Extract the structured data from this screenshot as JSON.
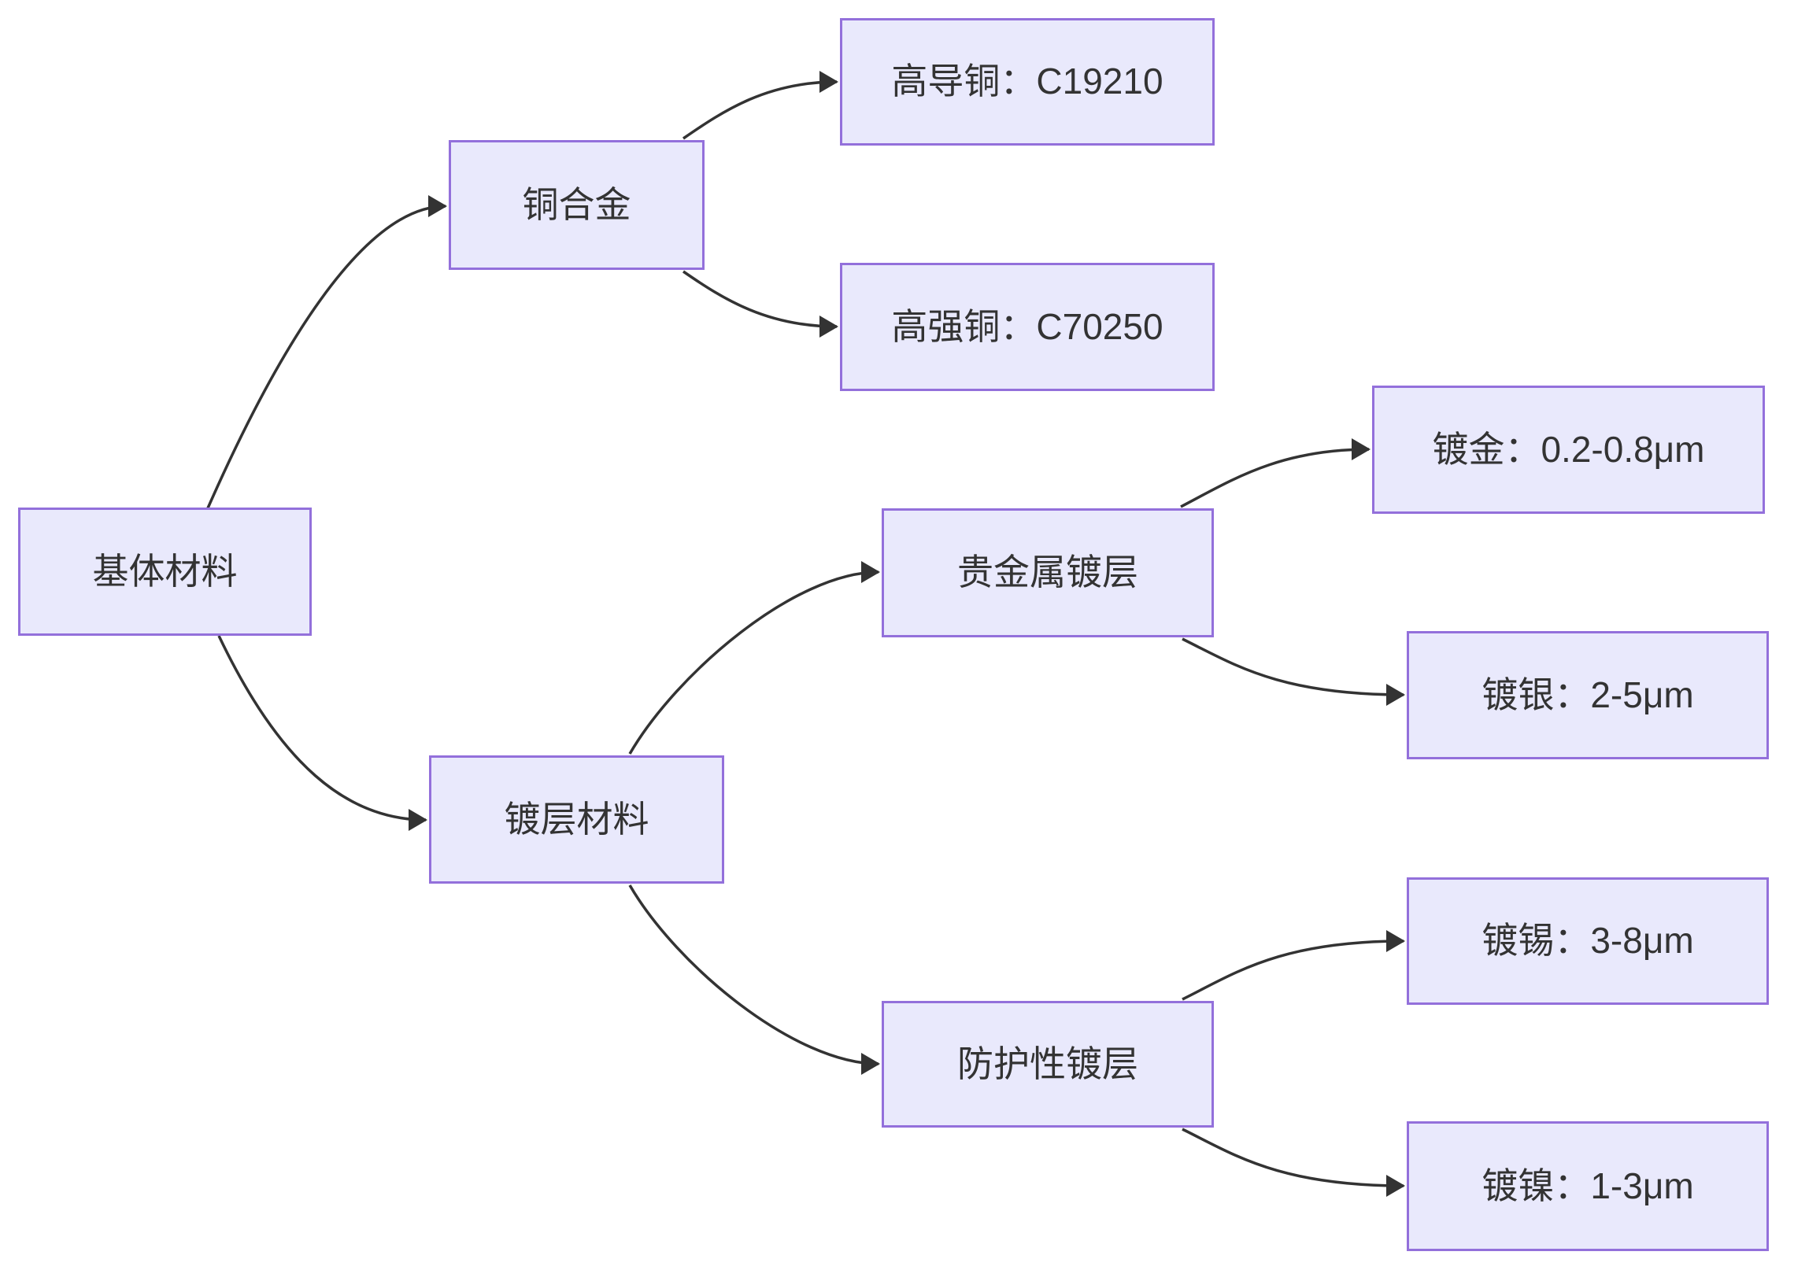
{
  "diagram": {
    "type": "flowchart-left-to-right",
    "colors": {
      "background": "#ffffff",
      "node_fill": "#E9E9FC",
      "node_border": "#9370DB",
      "edge_color": "#333333",
      "text_color": "#333333"
    },
    "nodes": [
      {
        "id": "base-material",
        "label": "基体材料"
      },
      {
        "id": "copper-alloy",
        "label": "铜合金"
      },
      {
        "id": "high-conductivity-copper",
        "label": "高导铜：C19210"
      },
      {
        "id": "high-strength-copper",
        "label": "高强铜：C70250"
      },
      {
        "id": "plating-material",
        "label": "镀层材料"
      },
      {
        "id": "precious-metal-plating",
        "label": "贵金属镀层"
      },
      {
        "id": "gold-plating",
        "label": "镀金：0.2-0.8μm"
      },
      {
        "id": "silver-plating",
        "label": "镀银：2-5μm"
      },
      {
        "id": "protective-plating",
        "label": "防护性镀层"
      },
      {
        "id": "tin-plating",
        "label": "镀锡：3-8μm"
      },
      {
        "id": "nickel-plating",
        "label": "镀镍：1-3μm"
      }
    ],
    "edges": [
      {
        "from": "基体材料",
        "to": "铜合金"
      },
      {
        "from": "基体材料",
        "to": "镀层材料"
      },
      {
        "from": "铜合金",
        "to": "高导铜：C19210"
      },
      {
        "from": "铜合金",
        "to": "高强铜：C70250"
      },
      {
        "from": "镀层材料",
        "to": "贵金属镀层"
      },
      {
        "from": "镀层材料",
        "to": "防护性镀层"
      },
      {
        "from": "贵金属镀层",
        "to": "镀金：0.2-0.8μm"
      },
      {
        "from": "贵金属镀层",
        "to": "镀银：2-5μm"
      },
      {
        "from": "防护性镀层",
        "to": "镀锡：3-8μm"
      },
      {
        "from": "防护性镀层",
        "to": "镀镍：1-3μm"
      }
    ]
  }
}
